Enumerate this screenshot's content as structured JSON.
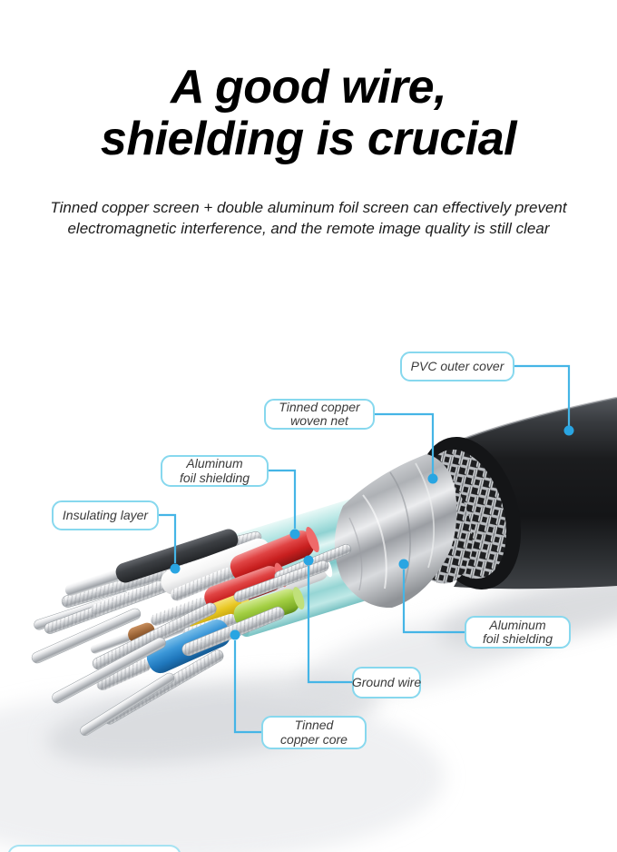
{
  "header": {
    "title_line1": "A good wire,",
    "title_line2": "shielding is crucial",
    "subtitle_line1": "Tinned copper screen + double aluminum foil screen can effectively prevent",
    "subtitle_line2": "electromagnetic interference, and the remote image quality is still clear"
  },
  "callouts": {
    "pvc_outer_cover": {
      "text": "PVC outer cover"
    },
    "tinned_copper_woven_net": {
      "line1": "Tinned copper",
      "line2": "woven net"
    },
    "aluminum_foil_shielding_top": {
      "line1": "Aluminum",
      "line2": "foil shielding"
    },
    "insulating_layer": {
      "text": "Insulating layer"
    },
    "aluminum_foil_shielding_right": {
      "line1": "Aluminum",
      "line2": "foil shielding"
    },
    "ground_wire": {
      "text": "Ground wire"
    },
    "tinned_copper_core": {
      "line1": "Tinned",
      "line2": "copper core"
    }
  },
  "colors": {
    "callout_border": "#87d8ee",
    "connector_line": "#45b5e6",
    "connector_dot": "#29a5e2",
    "label_text": "#3b3b3b",
    "title_text": "#000000",
    "jacket_black": "#222427",
    "braid_silver": "#d4d7da",
    "foil_silver": "#c7c9cc",
    "inner_foil_cyan": "#aadedd",
    "wire_white": "#f4f4f4",
    "wire_red": "#d93030",
    "wire_yellow": "#e6c51f",
    "wire_green": "#97c83b",
    "wire_blue": "#2f8fd6",
    "wire_brown": "#9a6335",
    "wire_dark": "#3c3f43"
  }
}
